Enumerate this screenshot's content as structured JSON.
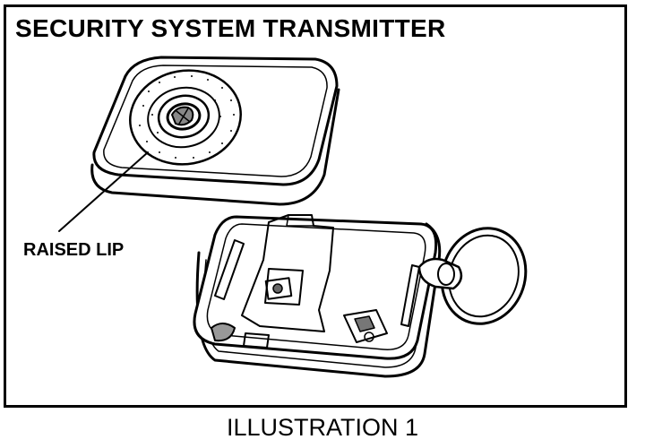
{
  "figure": {
    "title": "SECURITY SYSTEM TRANSMITTER",
    "callout": "RAISED LIP",
    "caption": "ILLUSTRATION 1"
  }
}
